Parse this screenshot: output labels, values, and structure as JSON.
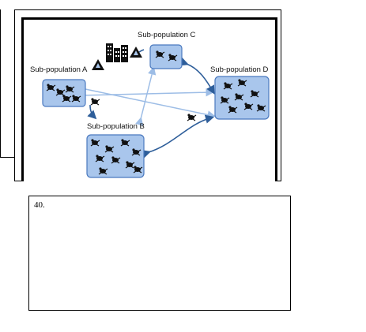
{
  "figure": {
    "labels": {
      "sub_a": "Sub-population A",
      "sub_b": "Sub-population B",
      "sub_c": "Sub-population C",
      "sub_d": "Sub-population D"
    },
    "colors": {
      "patch_fill": "#a9c6ec",
      "patch_stroke": "#4a79bf",
      "arrow_dark": "#2e5e9a",
      "arrow_light": "#9dbde6",
      "frog": "#111111"
    },
    "icons": [
      "frog-icon",
      "warning-triangle-icon",
      "buildings-icon"
    ]
  },
  "question": {
    "number": "40."
  }
}
